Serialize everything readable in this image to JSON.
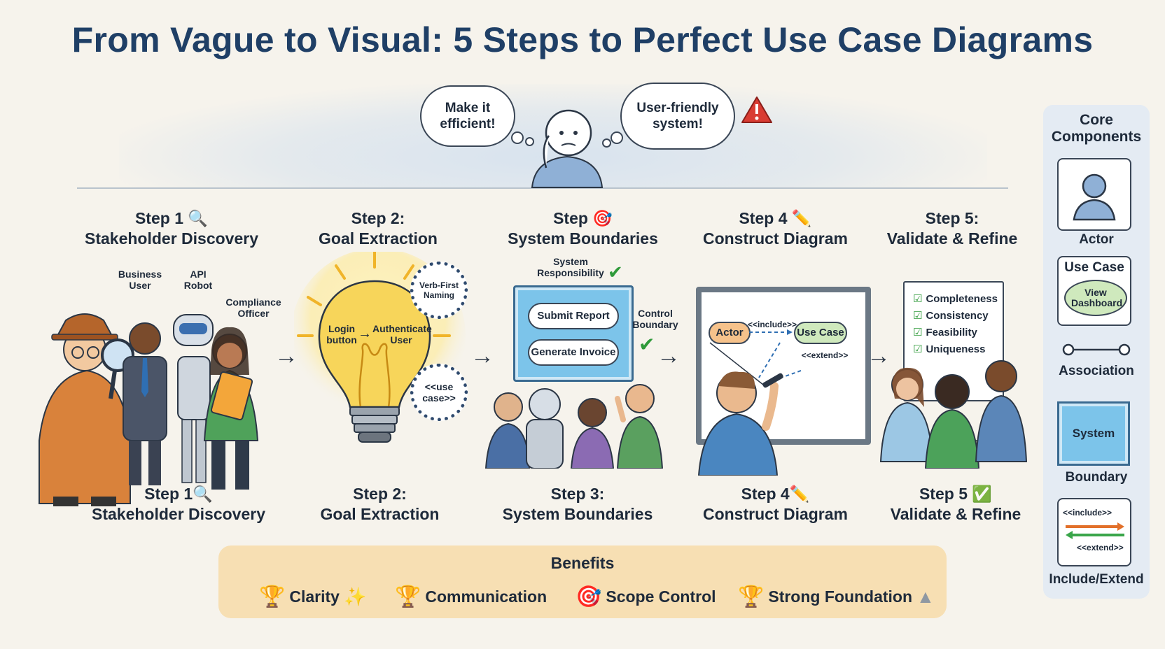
{
  "title": "From Vague to Visual: 5 Steps to Perfect Use Case Diagrams",
  "header": {
    "bubble_left": "Make it efficient!",
    "bubble_right": "User-friendly system!",
    "warning_icon": "warning-icon"
  },
  "steps": [
    {
      "head": "Step 1 🔍",
      "sub": "Stakeholder Discovery",
      "foot": "Step 1🔍",
      "foot_sub": "Stakeholder Discovery"
    },
    {
      "head": "Step 2:",
      "sub": "Goal Extraction",
      "foot": "Step 2:",
      "foot_sub": "Goal Extraction"
    },
    {
      "head": "Step 🎯",
      "sub": "System Boundaries",
      "foot": "Step 3:",
      "foot_sub": "System Boundaries"
    },
    {
      "head": "Step 4 ✏️",
      "sub": "Construct Diagram",
      "foot": "Step 4✏️",
      "foot_sub": "Construct Diagram"
    },
    {
      "head": "Step 5:",
      "sub": "Validate & Refine",
      "foot": "Step 5 ✅",
      "foot_sub": "Validate & Refine"
    }
  ],
  "step1": {
    "business_user": "Business User",
    "api_robot": "API Robot",
    "compliance_officer": "Compliance Officer"
  },
  "step2": {
    "login": "Login button",
    "authenticate": "Authenticate User",
    "verb_first": "Verb-First Naming",
    "use_case": "<<use case>>"
  },
  "step3": {
    "system_responsibility": "System Responsibility",
    "submit": "Submit Report",
    "generate": "Generate Invoice",
    "control_boundary": "Control Boundary"
  },
  "step4": {
    "actor": "Actor",
    "include": "<<include>>",
    "use_case": "Use Case",
    "extend": "<<extend>>"
  },
  "step5": {
    "checks": [
      "Completeness",
      "Consistency",
      "Feasibility",
      "Uniqueness"
    ]
  },
  "sidebar": {
    "title": "Core Components",
    "actor": "Actor",
    "use_case": "Use Case",
    "view_dashboard": "View Dashboard",
    "association": "Association",
    "system": "System",
    "boundary": "Boundary",
    "include": "<<include>>",
    "extend": "<<extend>>",
    "include_extend": "Include/Extend"
  },
  "benefits": {
    "title": "Benefits",
    "items": [
      "Clarity",
      "Communication",
      "Scope Control",
      "Strong Foundation"
    ]
  },
  "colors": {
    "title": "#1f3f66",
    "bulb": "#f7d55a",
    "boundary": "#7cc4ea",
    "use_case_green": "#cfe9bd",
    "actor_orange": "#f6c28b",
    "benefits_bg": "#f7dfb3",
    "check_green": "#2f9a3a",
    "warning_red": "#d93c33"
  }
}
